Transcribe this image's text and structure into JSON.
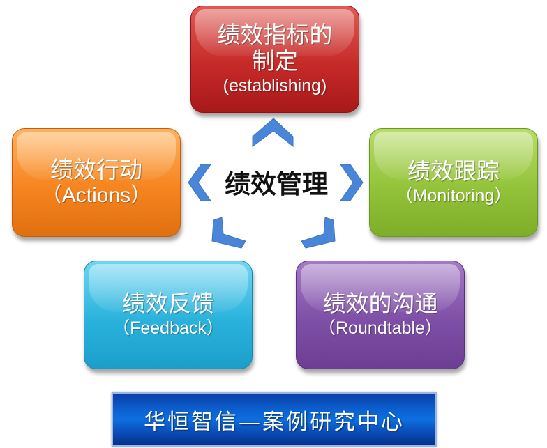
{
  "center": {
    "label": "绩效管理"
  },
  "boxes": {
    "establish": {
      "cn_line1": "绩效指标的",
      "cn_line2": "制定",
      "en": "(establishing)",
      "color": "#c62a28"
    },
    "actions": {
      "cn": "绩效行动",
      "en": "（Actions）",
      "color": "#f6841f"
    },
    "monitoring": {
      "cn": "绩效跟踪",
      "en": "（Monitoring）",
      "color": "#93c33a"
    },
    "feedback": {
      "cn": "绩效反馈",
      "en": "（Feedback）",
      "color": "#2ab2dc"
    },
    "roundtable": {
      "cn": "绩效的沟通",
      "en": "（Roundtable）",
      "color": "#7e4fa6"
    }
  },
  "arrows": {
    "color": "#4a86d8",
    "icon": "chevron-cycle-arrows"
  },
  "footer": {
    "text": "华恒智信—案例研究中心",
    "color": "#0b5fcf"
  }
}
